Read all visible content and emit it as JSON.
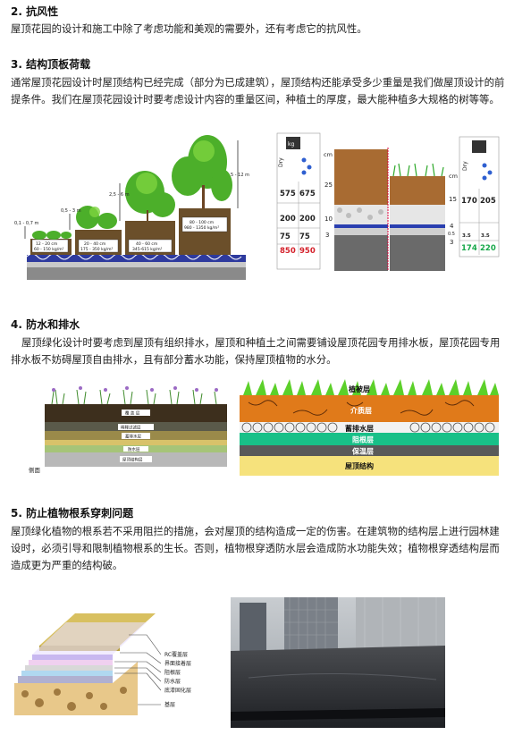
{
  "sections": [
    {
      "title": "2. 抗风性",
      "body": "屋顶花园的设计和施工中除了考虑功能和美观的需要外，还有考虑它的抗风性。"
    },
    {
      "title": "3. 结构顶板荷载",
      "body": "通常屋顶花园设计时屋顶结构已经完成（部分为已成建筑），屋顶结构还能承受多少重量是我们做屋顶设计的前提条件。我们在屋顶花园设计时要考虑设计内容的重量区间，种植土的厚度，最大能种植多大规格的树等等。"
    },
    {
      "title": "4. 防水和排水",
      "body": "屋顶绿化设计时要考虑到屋顶有组织排水，屋顶和种植土之间需要铺设屋顶花园专用排水板，屋顶花园专用排水板不妨碍屋顶自由排水，且有部分蓄水功能，保持屋顶植物的水分。"
    },
    {
      "title": "5. 防止植物根系穿刺问题",
      "body": "屋顶绿化植物的根系若不采用阻拦的措施，会对屋顶的结构造成一定的伤害。在建筑物的结构层上进行园林建设时，必须引导和限制植物根系的生长。否则，植物根穿透防水层会造成防水功能失效；植物根穿透结构层而造成更为严重的结构破。"
    }
  ],
  "fig_height": {
    "labels": [
      "0,1 - 0,7 m",
      "0,5 - 3 m",
      "2,5 - 6 m",
      "5 - 12 m"
    ],
    "boxes": [
      {
        "top": "12 - 20 cm",
        "bottom": "60 - 150 kg/m²"
      },
      {
        "top": "20 - 40 cm",
        "bottom": "175 - 350 kg/m²"
      },
      {
        "top": "40 - 60 cm",
        "bottom": "345-615 kg/m²"
      },
      {
        "top": "80 - 100 cm",
        "bottom": "980 - 1350 kg/m²"
      }
    ]
  },
  "fig_weight": {
    "kg": "kg",
    "dry": "Dry",
    "cm": "cm",
    "left_rows": [
      [
        "575",
        "675"
      ],
      [
        "200",
        "200"
      ],
      [
        "75",
        "75"
      ],
      [
        "850",
        "950"
      ]
    ],
    "left_cm": [
      "25",
      "10",
      "3"
    ],
    "right_rows": [
      [
        "170",
        "205"
      ],
      [
        "3.5",
        "3.5"
      ],
      [
        "174",
        "220"
      ]
    ],
    "right_cm": [
      "15",
      "4",
      "0.5",
      "3"
    ]
  },
  "fig_section": {
    "labels": [
      "覆 盖 层",
      "稀释过滤层",
      "蓄排水层",
      "防水层",
      "屋顶结构层"
    ],
    "side": "侧面"
  },
  "fig_layers": {
    "layers": [
      "植被层",
      "介质层",
      "蓄排水层",
      "阻根层",
      "保温层",
      "屋顶结构"
    ]
  },
  "fig_stack": {
    "labels": [
      "RC覆盖层",
      "界面接着层",
      "阻根层",
      "防水层",
      "底漆固化层",
      "基层"
    ]
  }
}
